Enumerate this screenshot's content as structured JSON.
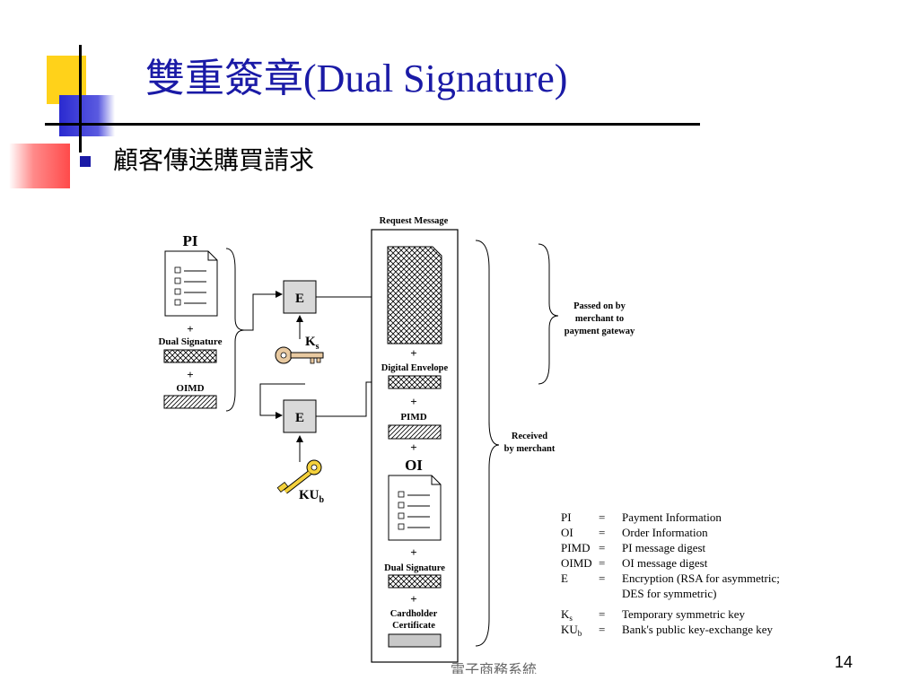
{
  "slide": {
    "title": "雙重簽章(Dual Signature)",
    "bullet": "顧客傳送購買請求",
    "page_number": "14",
    "footer": "電子商務系統"
  },
  "colors": {
    "title": "#1a1aa6",
    "accent_yellow": "#ffd21a",
    "accent_blue": "#3333cc",
    "accent_red": "#ff5a5a"
  },
  "diagram": {
    "request_message_header": "Request Message",
    "pi_title": "PI",
    "oi_title": "OI",
    "plus": "+",
    "dual_signature": "Dual Signature",
    "oimd": "OIMD",
    "pimd": "PIMD",
    "digital_envelope": "Digital Envelope",
    "cardholder_certificate_line1": "Cardholder",
    "cardholder_certificate_line2": "Certificate",
    "encrypt_label": "E",
    "ks_main": "K",
    "ks_sub": "s",
    "kub_main": "KU",
    "kub_sub": "b",
    "passed_on": [
      "Passed on by",
      "merchant to",
      "payment gateway"
    ],
    "received": [
      "Received",
      "by merchant"
    ]
  },
  "legend": [
    {
      "abbr": "PI",
      "sub": "",
      "eq": "=",
      "desc": "Payment Information"
    },
    {
      "abbr": "OI",
      "sub": "",
      "eq": "=",
      "desc": "Order Information"
    },
    {
      "abbr": "PIMD",
      "sub": "",
      "eq": "=",
      "desc": "PI message digest"
    },
    {
      "abbr": "OIMD",
      "sub": "",
      "eq": "=",
      "desc": "OI message digest"
    },
    {
      "abbr": "E",
      "sub": "",
      "eq": "=",
      "desc": "Encryption (RSA for asymmetric;"
    },
    {
      "abbr": "",
      "sub": "",
      "eq": "",
      "desc": "DES for symmetric)"
    },
    {
      "abbr": "K",
      "sub": "s",
      "eq": "=",
      "desc": "Temporary symmetric key"
    },
    {
      "abbr": "KU",
      "sub": "b",
      "eq": "=",
      "desc": "Bank's public key-exchange key"
    }
  ]
}
